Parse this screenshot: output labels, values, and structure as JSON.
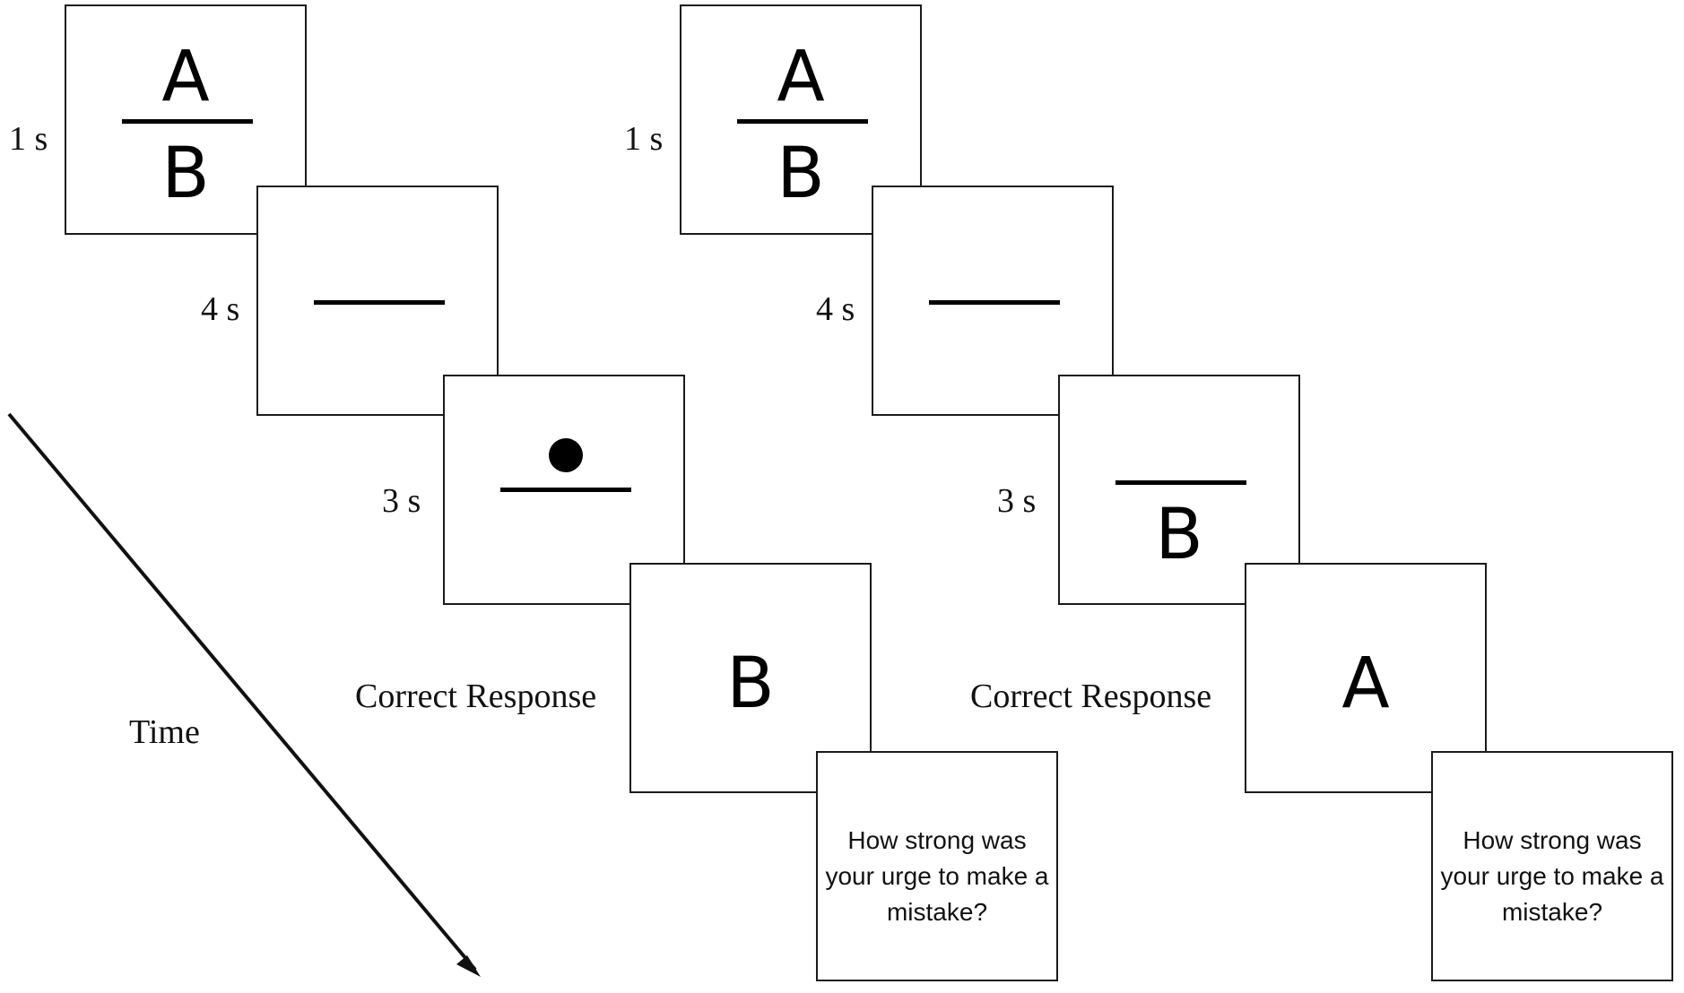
{
  "sequences": [
    {
      "durations": {
        "first": "1 s",
        "second": "4 s",
        "third": "3 s"
      },
      "cue": {
        "top": "A",
        "bottom": "B"
      },
      "probe": {
        "bottom": ""
      },
      "response_label": "Correct Response",
      "response_letter": "B",
      "question": "How strong was your urge to make a mistake?"
    },
    {
      "durations": {
        "first": "1 s",
        "second": "4 s",
        "third": "3 s"
      },
      "cue": {
        "top": "A",
        "bottom": "B"
      },
      "probe": {
        "bottom": "B"
      },
      "response_label": "Correct Response",
      "response_letter": "A",
      "question": "How strong was your urge to make a mistake?"
    }
  ],
  "time_label": "Time"
}
